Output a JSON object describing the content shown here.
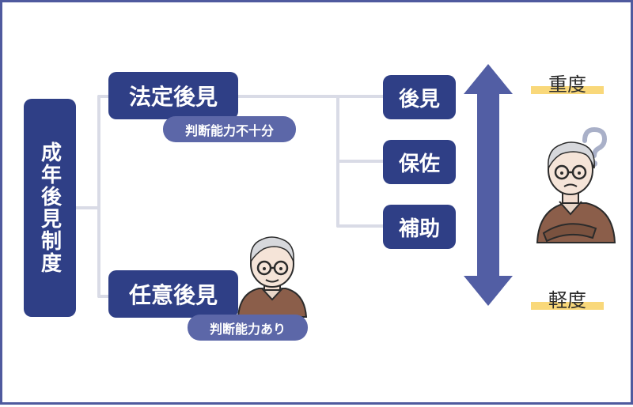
{
  "root": {
    "label": "成年後見制度"
  },
  "legal": {
    "label": "法定後見",
    "condition": "判断能力不十分"
  },
  "voluntary": {
    "label": "任意後見",
    "condition": "判断能力あり"
  },
  "types": [
    "後見",
    "保佐",
    "補助"
  ],
  "scale": {
    "top": "重度",
    "bottom": "軽度"
  },
  "icons": {
    "confused_person": "confused-elderly-man-icon",
    "elder": "elderly-man-icon",
    "question": "question-mark-icon"
  },
  "colors": {
    "navy": "#2f3f86",
    "pill": "#5c67a8",
    "arrow": "#525ea4",
    "connector": "#d9dbe6",
    "highlight": "#f9d87a"
  }
}
